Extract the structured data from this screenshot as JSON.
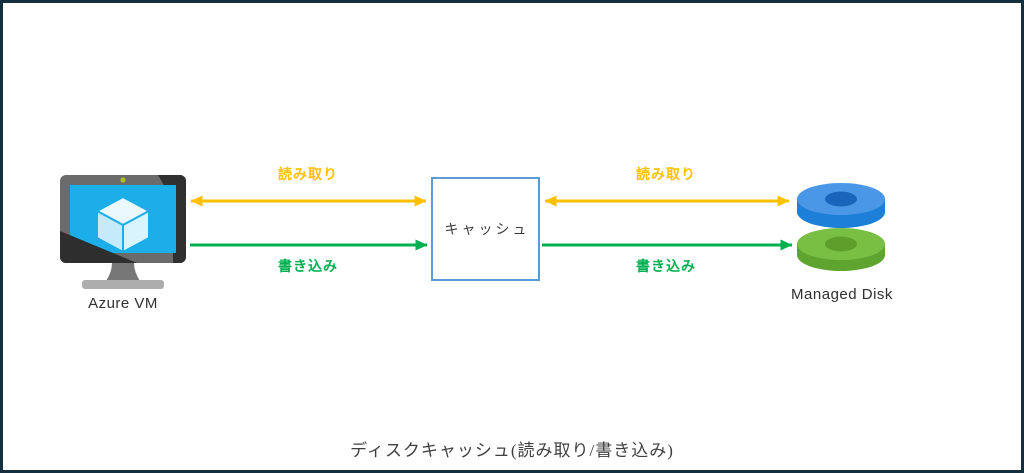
{
  "diagram": {
    "caption": "ディスクキャッシュ(読み取り/書き込み)",
    "nodes": {
      "vm": {
        "label": "Azure VM",
        "icon": "azure-vm-monitor-icon"
      },
      "cache": {
        "label": "キャッシュ"
      },
      "disk": {
        "label": "Managed Disk",
        "icon": "stacked-disks-icon"
      }
    },
    "flows": {
      "read_vm_cache": {
        "label": "読み取り",
        "direction": "both"
      },
      "write_vm_cache": {
        "label": "書き込み",
        "direction": "right"
      },
      "read_cache_disk": {
        "label": "読み取り",
        "direction": "both"
      },
      "write_cache_disk": {
        "label": "書き込み",
        "direction": "right"
      }
    },
    "colors": {
      "read_accent": "#FFC000",
      "write_accent": "#00B050",
      "cache_box_border": "#5B9BD5",
      "canvas_border": "#14303E",
      "vm_screen": "#1CAEE9",
      "disk_blue_top": "#4A97E8",
      "disk_blue_side": "#1E7FD8",
      "disk_blue_hole": "#1A64BB",
      "disk_green_top": "#79BF43",
      "disk_green_side": "#5FA42E",
      "disk_green_hole": "#5E9F2C"
    }
  }
}
